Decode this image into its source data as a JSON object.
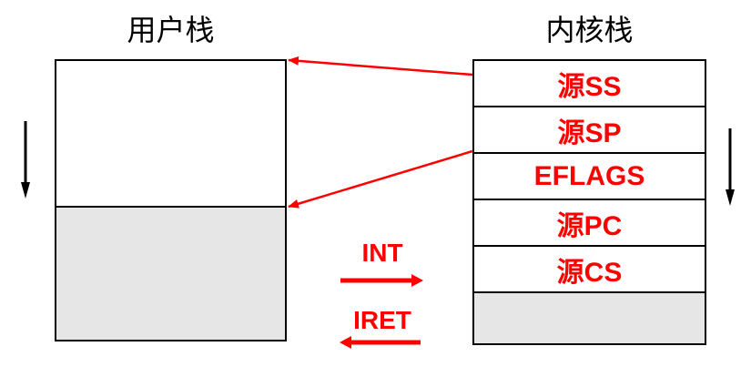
{
  "titles": {
    "user_stack": "用户栈",
    "kernel_stack": "内核栈"
  },
  "kernel_stack": {
    "cells": [
      "源SS",
      "源SP",
      "EFLAGS",
      "源PC",
      "源CS"
    ]
  },
  "operations": {
    "int_label": "INT",
    "iret_label": "IRET"
  },
  "colors": {
    "accent": "#ff0000",
    "stack_fill": "#e6e6e6",
    "border": "#000000"
  }
}
